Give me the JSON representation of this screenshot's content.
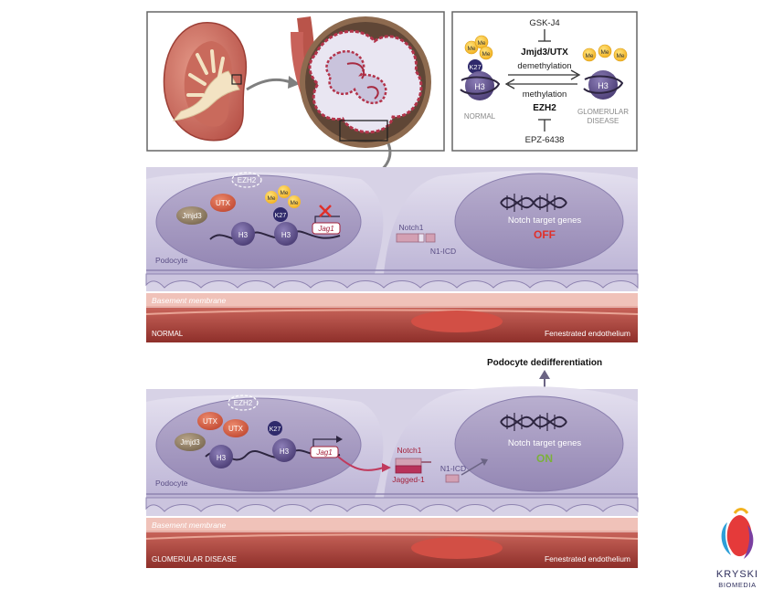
{
  "pathway": {
    "inhibitor_top": "GSK-J4",
    "enzyme_top": "Jmjd3/UTX",
    "process_top": "demethylation",
    "process_bottom": "methylation",
    "enzyme_bottom": "EZH2",
    "inhibitor_bottom": "EPZ-6438",
    "state_left": "NORMAL",
    "state_right_1": "GLOMERULAR",
    "state_right_2": "DISEASE",
    "histone": "H3",
    "lysine": "K27",
    "methyl": "Me"
  },
  "normal_panel": {
    "corner_label": "NORMAL",
    "ezh2": "EZH2",
    "utx": "UTX",
    "jmjd3": "Jmjd3",
    "k27": "K27",
    "me": "Me",
    "h3": "H3",
    "gene": "Jag1",
    "notch": "Notch1",
    "nicd": "N1-ICD",
    "target_genes": "Notch target genes",
    "state": "OFF",
    "podocyte": "Podocyte",
    "membrane": "Basement membrane",
    "endothelium": "Fenestrated endothelium"
  },
  "disease_panel": {
    "corner_label": "GLOMERULAR DISEASE",
    "outcome": "Podocyte dedifferentiation",
    "ezh2": "EZH2",
    "utx": "UTX",
    "jmjd3": "Jmjd3",
    "k27": "K27",
    "h3": "H3",
    "gene": "Jag1",
    "notch": "Notch1",
    "jagged": "Jagged-1",
    "nicd": "N1-ICD",
    "target_genes": "Notch target genes",
    "state": "ON",
    "podocyte": "Podocyte",
    "membrane": "Basement membrane",
    "endothelium": "Fenestrated endothelium"
  },
  "brand": {
    "name": "KRYSKI",
    "sub": "BIOMEDIA"
  },
  "colors": {
    "off_red": "#e0302a",
    "on_green": "#7bb13a",
    "podocyte_purple": "#c9c3dc",
    "nucleus_purple": "#a79cc0",
    "membrane_pink": "#f0c2b9",
    "endothelium_red": "#b3453c",
    "histone_dark": "#5c4d86"
  }
}
